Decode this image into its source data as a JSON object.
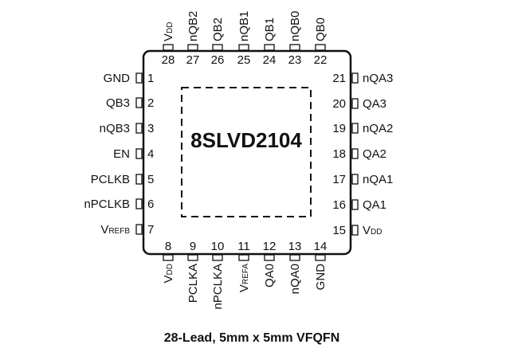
{
  "device": {
    "part_number": "8SLVD2104",
    "package_caption": "28-Lead, 5mm x 5mm VFQFN"
  },
  "pins": {
    "left": [
      {
        "num": "1",
        "name": "GND"
      },
      {
        "num": "2",
        "name": "QB3"
      },
      {
        "num": "3",
        "name": "nQB3"
      },
      {
        "num": "4",
        "name": "EN"
      },
      {
        "num": "5",
        "name": "PCLKB"
      },
      {
        "num": "6",
        "name": "nPCLKB"
      },
      {
        "num": "7",
        "name": "V",
        "sub": "REFB"
      }
    ],
    "right": [
      {
        "num": "21",
        "name": "nQA3"
      },
      {
        "num": "20",
        "name": "QA3"
      },
      {
        "num": "19",
        "name": "nQA2"
      },
      {
        "num": "18",
        "name": "QA2"
      },
      {
        "num": "17",
        "name": "nQA1"
      },
      {
        "num": "16",
        "name": "QA1"
      },
      {
        "num": "15",
        "name": "V",
        "sub": "DD"
      }
    ],
    "top": [
      {
        "num": "28",
        "name": "V",
        "sub": "DD"
      },
      {
        "num": "27",
        "name": "nQB2"
      },
      {
        "num": "26",
        "name": "QB2"
      },
      {
        "num": "25",
        "name": "nQB1"
      },
      {
        "num": "24",
        "name": "QB1"
      },
      {
        "num": "23",
        "name": "nQB0"
      },
      {
        "num": "22",
        "name": "QB0"
      }
    ],
    "bottom": [
      {
        "num": "8",
        "name": "V",
        "sub": "DD"
      },
      {
        "num": "9",
        "name": "PCLKA"
      },
      {
        "num": "10",
        "name": "nPCLKA"
      },
      {
        "num": "11",
        "name": "V",
        "sub": "REFA"
      },
      {
        "num": "12",
        "name": "QA0"
      },
      {
        "num": "13",
        "name": "nQA0"
      },
      {
        "num": "14",
        "name": "GND"
      }
    ]
  }
}
